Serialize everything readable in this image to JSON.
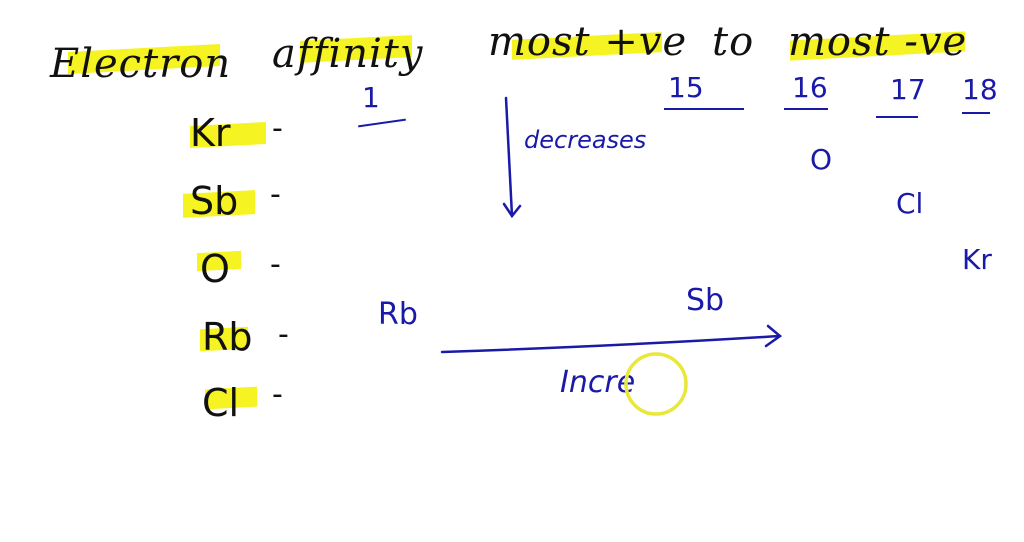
{
  "title": {
    "word1": "Electron",
    "word2": "affinity",
    "word3": "most +ve",
    "word4": "to",
    "word5": "most -ve"
  },
  "left_list": {
    "items": [
      {
        "symbol": "Kr",
        "dash": "-"
      },
      {
        "symbol": "Sb",
        "dash": "-"
      },
      {
        "symbol": "O",
        "dash": "-"
      },
      {
        "symbol": "Rb",
        "dash": "-"
      },
      {
        "symbol": "Cl",
        "dash": "-"
      }
    ]
  },
  "annotations": {
    "group_1": "1",
    "vertical_arrow_label": "decreases",
    "groups": [
      "15",
      "16",
      "17",
      "18"
    ],
    "group_16_element": "O",
    "group_17_element": "Cl",
    "group_18_element": "Kr",
    "row_left_element": "Rb",
    "row_right_element": "Sb",
    "horizontal_arrow_label": "Incre"
  },
  "colors": {
    "ink_black": "#111111",
    "ink_blue": "#1a1aa8",
    "highlight": "#f4f20a",
    "cursor_circle": "#e8e83a"
  }
}
